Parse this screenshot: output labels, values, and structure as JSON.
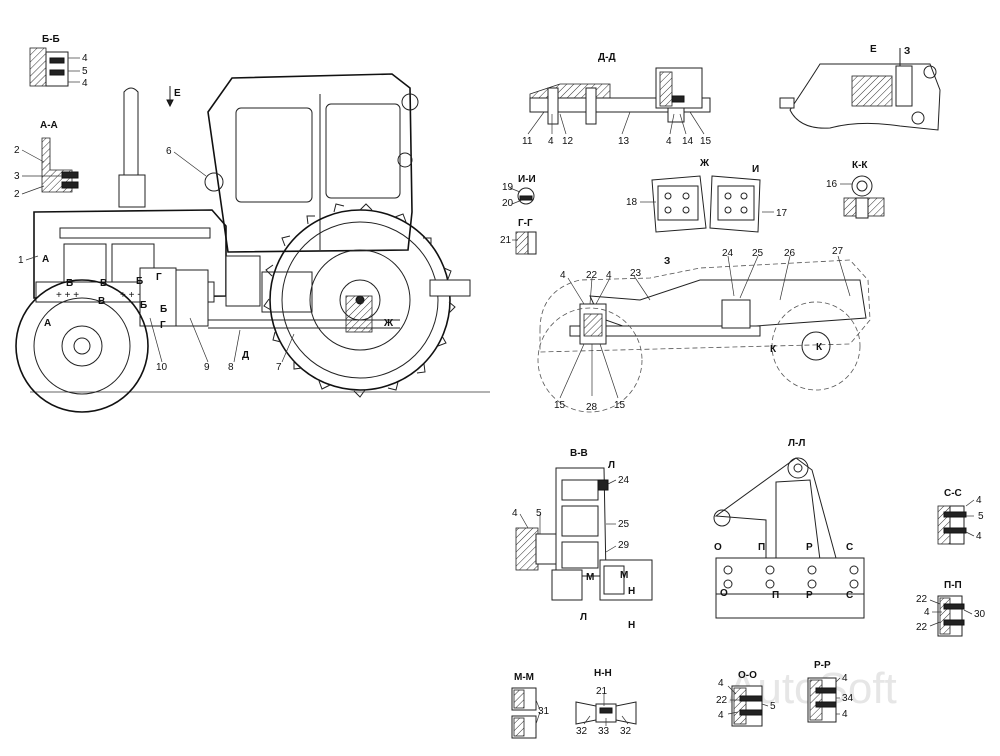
{
  "watermark": "AutoSoft",
  "main_view": {
    "direction_label": "Е",
    "callouts": [
      "1",
      "6",
      "7",
      "8",
      "9",
      "10"
    ],
    "section_marks": [
      "А",
      "А",
      "Б",
      "Б",
      "В",
      "В",
      "Б",
      "Б",
      "Г",
      "Г",
      "Д",
      "Ж"
    ]
  },
  "sections": {
    "bb": {
      "title": "Б-Б",
      "callouts": [
        "4",
        "5",
        "4"
      ]
    },
    "aa": {
      "title": "А-А",
      "callouts": [
        "2",
        "3",
        "2"
      ]
    },
    "dd": {
      "title": "Д-Д",
      "callouts": [
        "11",
        "4",
        "12",
        "13",
        "4",
        "14",
        "15"
      ]
    },
    "e": {
      "title": "Е",
      "mark": "З"
    },
    "ii": {
      "title": "И-И",
      "callouts": [
        "19",
        "20"
      ]
    },
    "gg": {
      "title": "Г-Г",
      "callouts": [
        "21"
      ]
    },
    "zh": {
      "title": "Ж",
      "mark": "И",
      "callouts": [
        "18",
        "17"
      ]
    },
    "kk": {
      "title": "К-К",
      "callouts": [
        "16"
      ]
    },
    "z": {
      "title": "З",
      "callouts": [
        "4",
        "22",
        "4",
        "23",
        "24",
        "25",
        "26",
        "27",
        "15",
        "28",
        "15"
      ],
      "marks": [
        "К",
        "К"
      ]
    },
    "vv": {
      "title": "В-В",
      "callouts": [
        "24",
        "4",
        "5",
        "25",
        "29"
      ],
      "marks": [
        "Л",
        "Л",
        "М",
        "М",
        "Н",
        "Н"
      ]
    },
    "ll": {
      "title": "Л-Л",
      "marks": [
        "О",
        "О",
        "П",
        "П",
        "Р",
        "Р",
        "С",
        "С"
      ]
    },
    "ss": {
      "title": "С-С",
      "callouts": [
        "4",
        "5",
        "4"
      ]
    },
    "pp": {
      "title": "П-П",
      "callouts": [
        "22",
        "4",
        "22",
        "30"
      ]
    },
    "mm": {
      "title": "М-М",
      "callouts": [
        "31"
      ]
    },
    "nn": {
      "title": "Н-Н",
      "callouts": [
        "21",
        "32",
        "33",
        "32"
      ]
    },
    "oo": {
      "title": "О-О",
      "callouts": [
        "4",
        "22",
        "5",
        "4"
      ]
    },
    "rr": {
      "title": "Р-Р",
      "callouts": [
        "4",
        "34",
        "4"
      ]
    }
  }
}
